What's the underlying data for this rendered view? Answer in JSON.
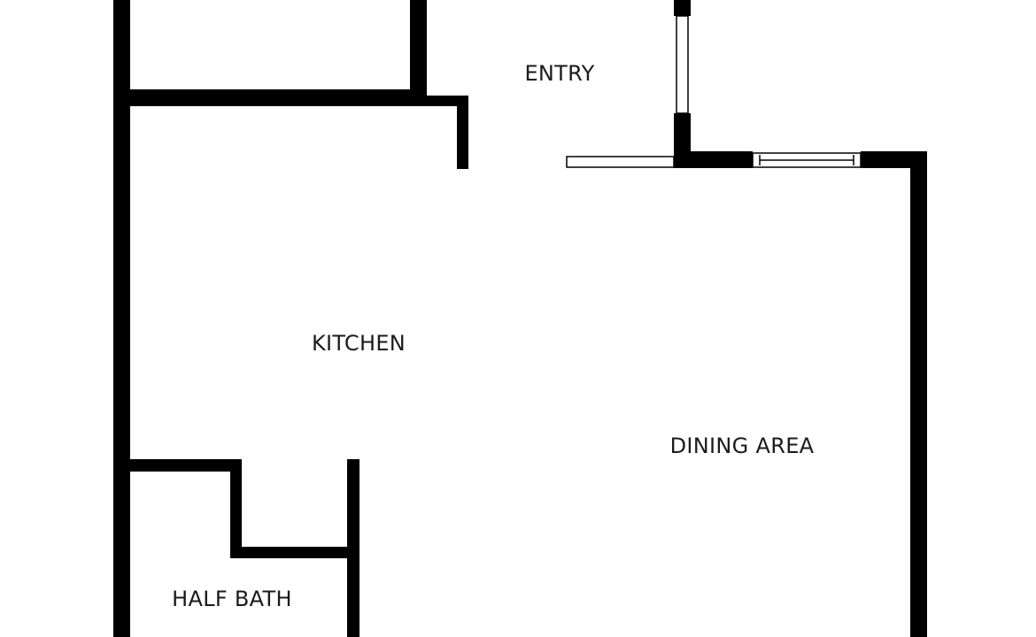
{
  "floorplan": {
    "rooms": [
      {
        "id": "entry",
        "label": "ENTRY"
      },
      {
        "id": "kitchen",
        "label": "KITCHEN"
      },
      {
        "id": "dining",
        "label": "DINING AREA"
      },
      {
        "id": "half_bath",
        "label": "HALF BATH"
      }
    ],
    "colors": {
      "wall": "#000000",
      "background": "#ffffff",
      "text": "#1b1b1b",
      "opening_outline": "#000000"
    }
  }
}
